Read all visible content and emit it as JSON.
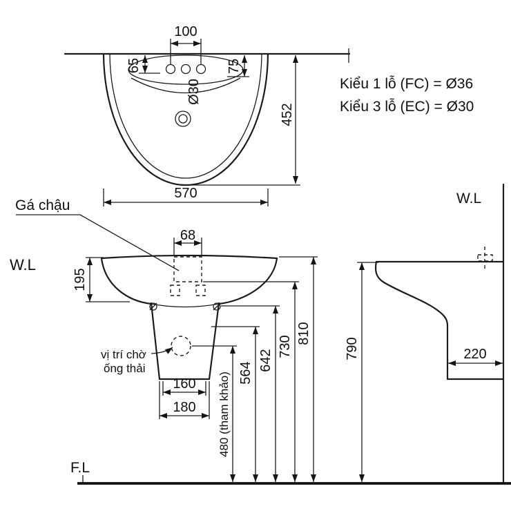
{
  "drawing": {
    "line_color": "#1b1b1b",
    "background_color": "#ffffff",
    "notes": [
      "Kiểu 1 lỗ (FC) = Ø36",
      "Kiểu 3 lỗ (EC) = Ø30"
    ],
    "labels": {
      "bracket": "Gá chậu",
      "water_line_left": "W.L",
      "water_line_right": "W.L",
      "floor_line": "F.L",
      "waste_line1": "vị trí chờ",
      "waste_line2": "ống thải"
    },
    "dimensions": {
      "hole_spacing": "100",
      "depth_left": "65",
      "depth_right": "75",
      "hole_diameter": "Ø30",
      "basin_depth": "452",
      "basin_width": "570",
      "bracket_width": "68",
      "rim_to_bracket": "195",
      "trap_inner_width": "160",
      "trap_outer_width": "180",
      "height_564": "564",
      "height_642": "642",
      "height_730": "730",
      "height_810": "810",
      "waste_height_ref": "480 (tham khảo)",
      "side_height": "790",
      "side_depth": "220"
    }
  }
}
